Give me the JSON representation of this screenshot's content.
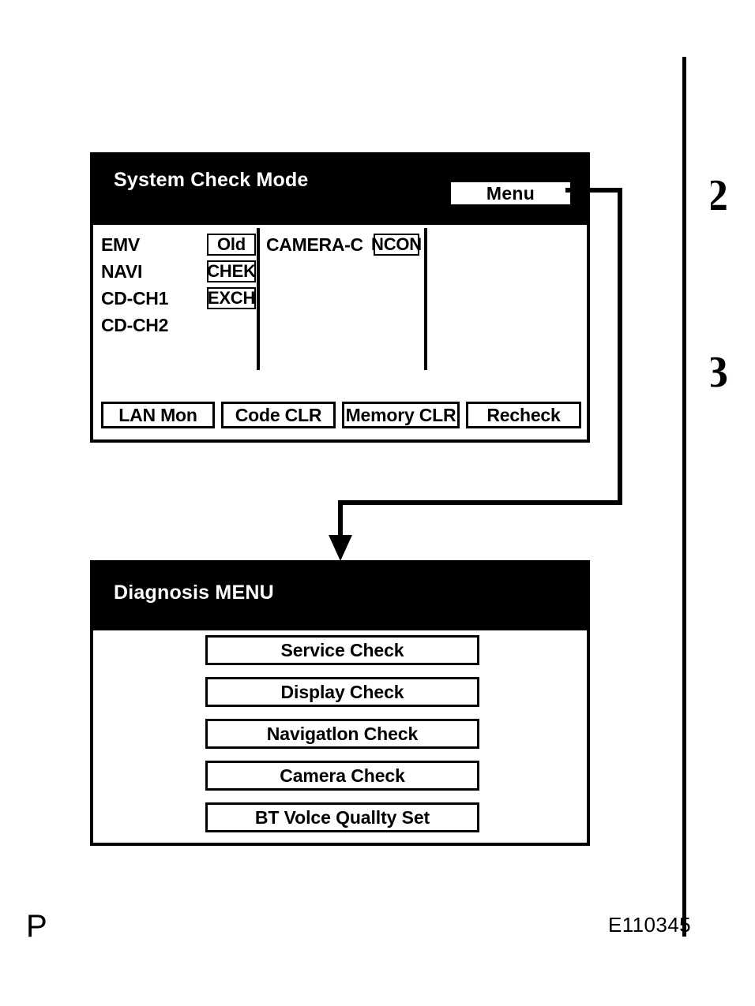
{
  "figure": {
    "id_label": "E110345",
    "page_mark": "P"
  },
  "margin_steps": [
    {
      "label": "2"
    },
    {
      "label": "3"
    }
  ],
  "panels": [
    {
      "key": "system_check",
      "title": "System Check Mode",
      "menu_button": "Menu",
      "status_left": [
        {
          "label": "EMV",
          "chip": "Old"
        },
        {
          "label": "NAVI",
          "chip": "CHEK"
        },
        {
          "label": "CD-CH1",
          "chip": "EXCH"
        },
        {
          "label": "CD-CH2",
          "chip": ""
        }
      ],
      "status_middle": [
        {
          "label": "CAMERA-C",
          "chip": "NCON"
        }
      ],
      "bottom_buttons": [
        "LAN Mon",
        "Code CLR",
        "Memory CLR",
        "Recheck"
      ]
    },
    {
      "key": "diagnosis_menu",
      "title": "Diagnosis MENU",
      "menu_items": [
        "Service Check",
        "Display Check",
        "Navigatlon Check",
        "Camera Check",
        "BT Volce Quallty Set"
      ]
    }
  ],
  "colors": {
    "header_bg": "#000000",
    "header_text": "#ffffff",
    "panel_bg": "#ffffff",
    "outline": "#000000"
  }
}
